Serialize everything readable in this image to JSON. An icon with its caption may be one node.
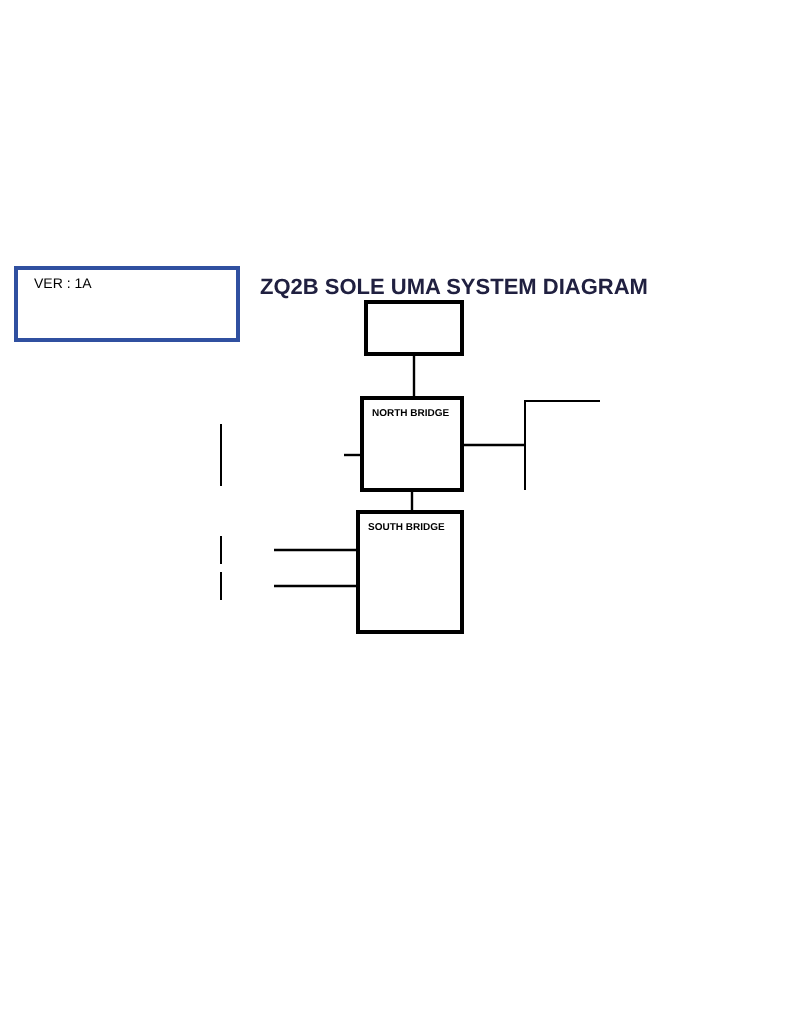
{
  "diagram": {
    "title": "ZQ2B SOLE UMA SYSTEM DIAGRAM",
    "nodes": [
      {
        "text": [
          "VER : 1A"
        ]
      },
      {
        "text": [],
        "shape": "box"
      },
      {
        "text": [
          "NORTH BRIDGE"
        ]
      },
      {
        "text": [
          "SOUTH BRIDGE"
        ]
      },
      {
        "text": [],
        "shape": "box"
      },
      {
        "text": [],
        "shape": "box"
      },
      {
        "text": [],
        "shape": "box"
      },
      {
        "text": [],
        "shape": "box"
      }
    ],
    "edges": [
      {
        "from": 1,
        "to": 2,
        "arrow": "none"
      },
      {
        "from": 2,
        "to": 3,
        "arrow": "none"
      },
      {
        "from": 2,
        "to": 4,
        "arrow": "none"
      },
      {
        "from": 5,
        "to": 2,
        "arrow": "none"
      },
      {
        "from": 6,
        "to": 3,
        "arrow": "none"
      },
      {
        "from": 7,
        "to": 3,
        "arrow": "none"
      }
    ]
  }
}
